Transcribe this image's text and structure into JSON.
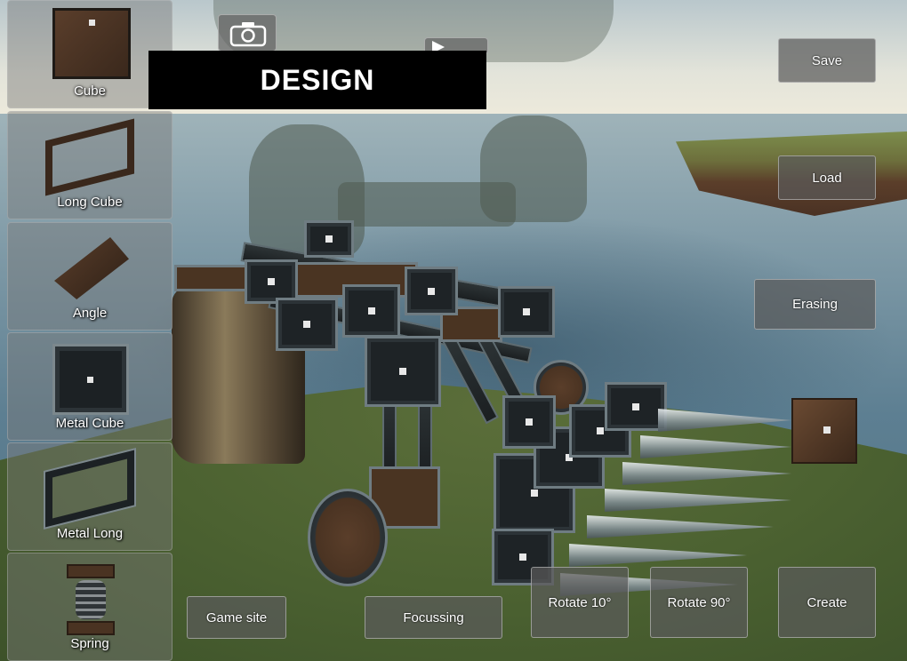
{
  "screen": {
    "title": "DESIGN"
  },
  "palette": {
    "items": [
      {
        "label": "Cube",
        "icon": "wood-cube-icon"
      },
      {
        "label": "Long Cube",
        "icon": "wood-long-frame-icon"
      },
      {
        "label": "Angle",
        "icon": "wood-angle-icon"
      },
      {
        "label": "Metal Cube",
        "icon": "metal-cube-icon"
      },
      {
        "label": "Metal Long",
        "icon": "metal-long-frame-icon"
      },
      {
        "label": "Spring",
        "icon": "spring-icon"
      }
    ]
  },
  "actions": {
    "save": "Save",
    "load": "Load",
    "erasing": "Erasing",
    "game_site": "Game site",
    "focussing": "Focussing",
    "rotate_10": "Rotate 10°",
    "rotate_90": "Rotate 90°",
    "create": "Create"
  },
  "toolbar": {
    "camera_icon": "camera-icon",
    "play_icon": "play-icon"
  },
  "colors": {
    "title_bg": "#000000",
    "button_bg": "#5a5a5a",
    "wood": "#4a3322",
    "metal": "#1e2326"
  }
}
